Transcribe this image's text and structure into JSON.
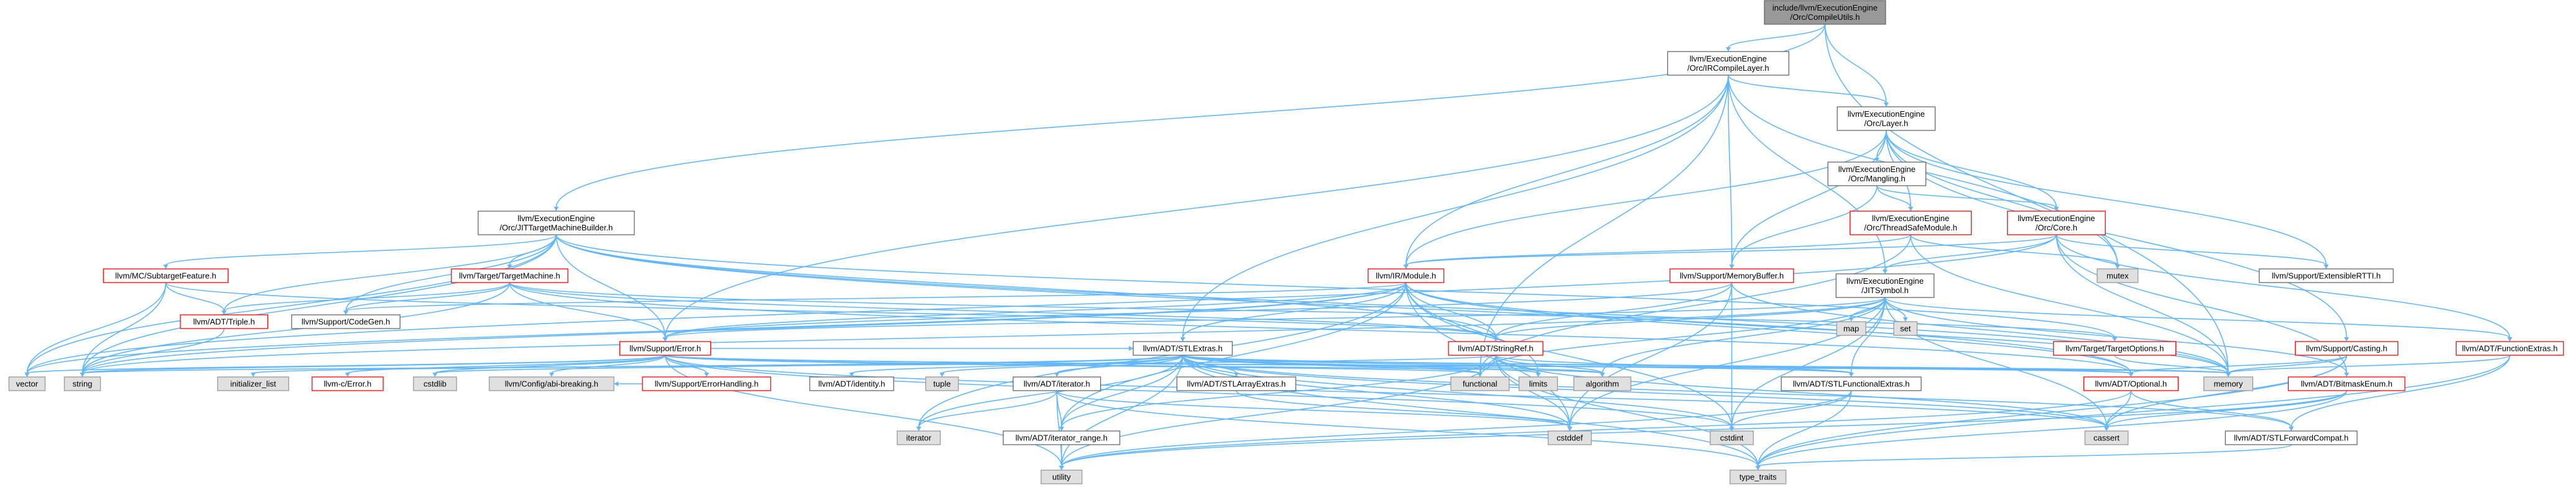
{
  "colors": {
    "edge": "#63b8ff",
    "root_fill": "#999999",
    "root_border": "#666666",
    "node_fill": "#ffffff",
    "node_border": "#666666",
    "red_border": "#ff0000",
    "gray_fill": "#e0e0e0",
    "gray_border": "#999999"
  },
  "nodes": [
    {
      "id": "root",
      "lines": [
        "include/llvm/ExecutionEngine",
        "/Orc/CompileUtils.h"
      ],
      "style": "root"
    },
    {
      "id": "ircl",
      "lines": [
        "llvm/ExecutionEngine",
        "/Orc/IRCompileLayer.h"
      ],
      "style": "white"
    },
    {
      "id": "jtmb",
      "lines": [
        "llvm/ExecutionEngine",
        "/Orc/JITTargetMachineBuilder.h"
      ],
      "style": "white"
    },
    {
      "id": "layer",
      "lines": [
        "llvm/ExecutionEngine",
        "/Orc/Layer.h"
      ],
      "style": "white"
    },
    {
      "id": "mangling",
      "lines": [
        "llvm/ExecutionEngine",
        "/Orc/Mangling.h"
      ],
      "style": "white"
    },
    {
      "id": "tsm",
      "lines": [
        "llvm/ExecutionEngine",
        "/Orc/ThreadSafeModule.h"
      ],
      "style": "red"
    },
    {
      "id": "core",
      "lines": [
        "llvm/ExecutionEngine",
        "/Orc/Core.h"
      ],
      "style": "red"
    },
    {
      "id": "jitsym",
      "lines": [
        "llvm/ExecutionEngine",
        "/JITSymbol.h"
      ],
      "style": "white"
    },
    {
      "id": "mcst",
      "lines": [
        "llvm/MC/SubtargetFeature.h"
      ],
      "style": "red"
    },
    {
      "id": "ttm",
      "lines": [
        "llvm/Target/TargetMachine.h"
      ],
      "style": "red"
    },
    {
      "id": "irmod",
      "lines": [
        "llvm/IR/Module.h"
      ],
      "style": "red"
    },
    {
      "id": "membuf",
      "lines": [
        "llvm/Support/MemoryBuffer.h"
      ],
      "style": "red"
    },
    {
      "id": "mutex",
      "lines": [
        "mutex"
      ],
      "style": "gray"
    },
    {
      "id": "ertti",
      "lines": [
        "llvm/Support/ExtensibleRTTI.h"
      ],
      "style": "white"
    },
    {
      "id": "casting",
      "lines": [
        "llvm/Support/Casting.h"
      ],
      "style": "red"
    },
    {
      "id": "fextras",
      "lines": [
        "llvm/ADT/FunctionExtras.h"
      ],
      "style": "red"
    },
    {
      "id": "triple",
      "lines": [
        "llvm/ADT/Triple.h"
      ],
      "style": "red"
    },
    {
      "id": "codegen",
      "lines": [
        "llvm/Support/CodeGen.h"
      ],
      "style": "white"
    },
    {
      "id": "error",
      "lines": [
        "llvm/Support/Error.h"
      ],
      "style": "red"
    },
    {
      "id": "stlextras",
      "lines": [
        "llvm/ADT/STLExtras.h"
      ],
      "style": "white"
    },
    {
      "id": "stringref",
      "lines": [
        "llvm/ADT/StringRef.h"
      ],
      "style": "red"
    },
    {
      "id": "map",
      "lines": [
        "map"
      ],
      "style": "gray"
    },
    {
      "id": "set",
      "lines": [
        "set"
      ],
      "style": "gray"
    },
    {
      "id": "topts",
      "lines": [
        "llvm/Target/TargetOptions.h"
      ],
      "style": "red"
    },
    {
      "id": "vector",
      "lines": [
        "vector"
      ],
      "style": "gray"
    },
    {
      "id": "string",
      "lines": [
        "string"
      ],
      "style": "gray"
    },
    {
      "id": "initlist",
      "lines": [
        "initializer_list"
      ],
      "style": "gray"
    },
    {
      "id": "cerror",
      "lines": [
        "llvm-c/Error.h"
      ],
      "style": "red"
    },
    {
      "id": "cstdlib",
      "lines": [
        "cstdlib"
      ],
      "style": "gray"
    },
    {
      "id": "abibreak",
      "lines": [
        "llvm/Config/abi-breaking.h"
      ],
      "style": "gray"
    },
    {
      "id": "errhandling",
      "lines": [
        "llvm/Support/ErrorHandling.h"
      ],
      "style": "red"
    },
    {
      "id": "identity",
      "lines": [
        "llvm/ADT/identity.h"
      ],
      "style": "white"
    },
    {
      "id": "tuple",
      "lines": [
        "tuple"
      ],
      "style": "gray"
    },
    {
      "id": "adtiter",
      "lines": [
        "llvm/ADT/iterator.h"
      ],
      "style": "white"
    },
    {
      "id": "stlarray",
      "lines": [
        "llvm/ADT/STLArrayExtras.h"
      ],
      "style": "white"
    },
    {
      "id": "functional",
      "lines": [
        "functional"
      ],
      "style": "gray"
    },
    {
      "id": "limits",
      "lines": [
        "limits"
      ],
      "style": "gray"
    },
    {
      "id": "algorithm",
      "lines": [
        "algorithm"
      ],
      "style": "gray"
    },
    {
      "id": "stlfunc",
      "lines": [
        "llvm/ADT/STLFunctionalExtras.h"
      ],
      "style": "white"
    },
    {
      "id": "optional",
      "lines": [
        "llvm/ADT/Optional.h"
      ],
      "style": "red"
    },
    {
      "id": "memory",
      "lines": [
        "memory"
      ],
      "style": "gray"
    },
    {
      "id": "bitenum",
      "lines": [
        "llvm/ADT/BitmaskEnum.h"
      ],
      "style": "red"
    },
    {
      "id": "iterstd",
      "lines": [
        "iterator"
      ],
      "style": "gray"
    },
    {
      "id": "iterrange",
      "lines": [
        "llvm/ADT/iterator_range.h"
      ],
      "style": "white"
    },
    {
      "id": "cstddef",
      "lines": [
        "cstddef"
      ],
      "style": "gray"
    },
    {
      "id": "cstdint",
      "lines": [
        "cstdint"
      ],
      "style": "gray"
    },
    {
      "id": "cassert",
      "lines": [
        "cassert"
      ],
      "style": "gray"
    },
    {
      "id": "stlfwd",
      "lines": [
        "llvm/ADT/STLForwardCompat.h"
      ],
      "style": "white"
    },
    {
      "id": "utility",
      "lines": [
        "utility"
      ],
      "style": "gray"
    },
    {
      "id": "typetraits",
      "lines": [
        "type_traits"
      ],
      "style": "gray"
    }
  ],
  "edges": [
    [
      "root",
      "ircl"
    ],
    [
      "root",
      "jtmb"
    ],
    [
      "root",
      "layer"
    ],
    [
      "root",
      "memory"
    ],
    [
      "ircl",
      "layer"
    ],
    [
      "ircl",
      "error"
    ],
    [
      "ircl",
      "membuf"
    ],
    [
      "ircl",
      "jitsym"
    ],
    [
      "ircl",
      "irmod"
    ],
    [
      "ircl",
      "functional"
    ],
    [
      "ircl",
      "mutex"
    ],
    [
      "ircl",
      "stlextras"
    ],
    [
      "jtmb",
      "mcst"
    ],
    [
      "jtmb",
      "ttm"
    ],
    [
      "jtmb",
      "triple"
    ],
    [
      "jtmb",
      "codegen"
    ],
    [
      "jtmb",
      "error"
    ],
    [
      "jtmb",
      "optional"
    ],
    [
      "jtmb",
      "topts"
    ],
    [
      "jtmb",
      "vector"
    ],
    [
      "jtmb",
      "string"
    ],
    [
      "jtmb",
      "memory"
    ],
    [
      "jtmb",
      "stringref"
    ],
    [
      "layer",
      "mangling"
    ],
    [
      "layer",
      "tsm"
    ],
    [
      "layer",
      "core"
    ],
    [
      "layer",
      "irmod"
    ],
    [
      "layer",
      "membuf"
    ],
    [
      "layer",
      "casting"
    ],
    [
      "layer",
      "ertti"
    ],
    [
      "layer",
      "mutex"
    ],
    [
      "mangling",
      "tsm"
    ],
    [
      "mangling",
      "core"
    ],
    [
      "mangling",
      "membuf"
    ],
    [
      "tsm",
      "irmod"
    ],
    [
      "tsm",
      "functional"
    ],
    [
      "tsm",
      "memory"
    ],
    [
      "tsm",
      "mutex"
    ],
    [
      "core",
      "jitsym"
    ],
    [
      "core",
      "fextras"
    ],
    [
      "core",
      "bitenum"
    ],
    [
      "core",
      "ertti"
    ],
    [
      "core",
      "irmod"
    ],
    [
      "core",
      "memory"
    ],
    [
      "core",
      "vector"
    ],
    [
      "jitsym",
      "error"
    ],
    [
      "jitsym",
      "stringref"
    ],
    [
      "jitsym",
      "map"
    ],
    [
      "jitsym",
      "set"
    ],
    [
      "jitsym",
      "functional"
    ],
    [
      "jitsym",
      "algorithm"
    ],
    [
      "jitsym",
      "cassert"
    ],
    [
      "jitsym",
      "cstddef"
    ],
    [
      "jitsym",
      "cstdint"
    ],
    [
      "jitsym",
      "string"
    ],
    [
      "jitsym",
      "fextras"
    ],
    [
      "jitsym",
      "bitenum"
    ],
    [
      "jitsym",
      "stlfunc"
    ],
    [
      "mcst",
      "stringref"
    ],
    [
      "mcst",
      "string"
    ],
    [
      "mcst",
      "vector"
    ],
    [
      "mcst",
      "triple"
    ],
    [
      "ttm",
      "triple"
    ],
    [
      "ttm",
      "codegen"
    ],
    [
      "ttm",
      "error"
    ],
    [
      "ttm",
      "stringref"
    ],
    [
      "ttm",
      "topts"
    ],
    [
      "ttm",
      "optional"
    ],
    [
      "ttm",
      "string"
    ],
    [
      "irmod",
      "stringref"
    ],
    [
      "irmod",
      "stlextras"
    ],
    [
      "irmod",
      "error"
    ],
    [
      "irmod",
      "codegen"
    ],
    [
      "irmod",
      "optional"
    ],
    [
      "irmod",
      "iterrange"
    ],
    [
      "irmod",
      "cstddef"
    ],
    [
      "irmod",
      "cstdint"
    ],
    [
      "irmod",
      "iterstd"
    ],
    [
      "irmod",
      "limits"
    ],
    [
      "irmod",
      "memory"
    ],
    [
      "irmod",
      "string"
    ],
    [
      "irmod",
      "vector"
    ],
    [
      "membuf",
      "error"
    ],
    [
      "membuf",
      "stringref"
    ],
    [
      "membuf",
      "cstddef"
    ],
    [
      "membuf",
      "cstdint"
    ],
    [
      "membuf",
      "memory"
    ],
    [
      "casting",
      "optional"
    ],
    [
      "casting",
      "cassert"
    ],
    [
      "casting",
      "memory"
    ],
    [
      "casting",
      "typetraits"
    ],
    [
      "fextras",
      "stlfwd"
    ],
    [
      "fextras",
      "memory"
    ],
    [
      "fextras",
      "typetraits"
    ],
    [
      "triple",
      "string"
    ],
    [
      "error",
      "cerror"
    ],
    [
      "error",
      "abibreak"
    ],
    [
      "error",
      "errhandling"
    ],
    [
      "error",
      "stlextras"
    ],
    [
      "error",
      "optional"
    ],
    [
      "error",
      "algorithm"
    ],
    [
      "error",
      "cassert"
    ],
    [
      "error",
      "cstdint"
    ],
    [
      "error",
      "cstdlib"
    ],
    [
      "error",
      "functional"
    ],
    [
      "error",
      "memory"
    ],
    [
      "error",
      "string"
    ],
    [
      "error",
      "vector"
    ],
    [
      "error",
      "utility"
    ],
    [
      "stlextras",
      "identity"
    ],
    [
      "stlextras",
      "adtiter"
    ],
    [
      "stlextras",
      "stlarray"
    ],
    [
      "stlextras",
      "stlfwd"
    ],
    [
      "stlextras",
      "stlfunc"
    ],
    [
      "stlextras",
      "optional"
    ],
    [
      "stlextras",
      "iterrange"
    ],
    [
      "stlextras",
      "algorithm"
    ],
    [
      "stlextras",
      "cassert"
    ],
    [
      "stlextras",
      "cstddef"
    ],
    [
      "stlextras",
      "cstdint"
    ],
    [
      "stlextras",
      "cstdlib"
    ],
    [
      "stlextras",
      "functional"
    ],
    [
      "stlextras",
      "initlist"
    ],
    [
      "stlextras",
      "iterstd"
    ],
    [
      "stlextras",
      "limits"
    ],
    [
      "stlextras",
      "memory"
    ],
    [
      "stlextras",
      "tuple"
    ],
    [
      "stlextras",
      "typetraits"
    ],
    [
      "stlextras",
      "utility"
    ],
    [
      "stringref",
      "stlfunc"
    ],
    [
      "stringref",
      "iterrange"
    ],
    [
      "stringref",
      "algorithm"
    ],
    [
      "stringref",
      "cassert"
    ],
    [
      "stringref",
      "cstddef"
    ],
    [
      "stringref",
      "cstring_dummy"
    ],
    [
      "stringref",
      "limits"
    ],
    [
      "stringref",
      "string"
    ],
    [
      "stringref",
      "typetraits"
    ],
    [
      "stringref",
      "utility"
    ],
    [
      "topts",
      "memory"
    ],
    [
      "adtiter",
      "iterrange"
    ],
    [
      "adtiter",
      "iterstd"
    ],
    [
      "adtiter",
      "cstddef"
    ],
    [
      "adtiter",
      "typetraits"
    ],
    [
      "adtiter",
      "utility"
    ],
    [
      "stlarray",
      "cstddef"
    ],
    [
      "stlfunc",
      "cstdint"
    ],
    [
      "stlfunc",
      "typetraits"
    ],
    [
      "stlfunc",
      "utility"
    ],
    [
      "optional",
      "stlfwd"
    ],
    [
      "optional",
      "cassert"
    ],
    [
      "optional",
      "new_dummy"
    ],
    [
      "optional",
      "utility"
    ],
    [
      "bitenum",
      "cassert"
    ],
    [
      "bitenum",
      "typetraits"
    ],
    [
      "bitenum",
      "utility"
    ],
    [
      "iterrange",
      "utility"
    ],
    [
      "stlfwd",
      "typetraits"
    ],
    [
      "errhandling",
      "abibreak"
    ]
  ]
}
